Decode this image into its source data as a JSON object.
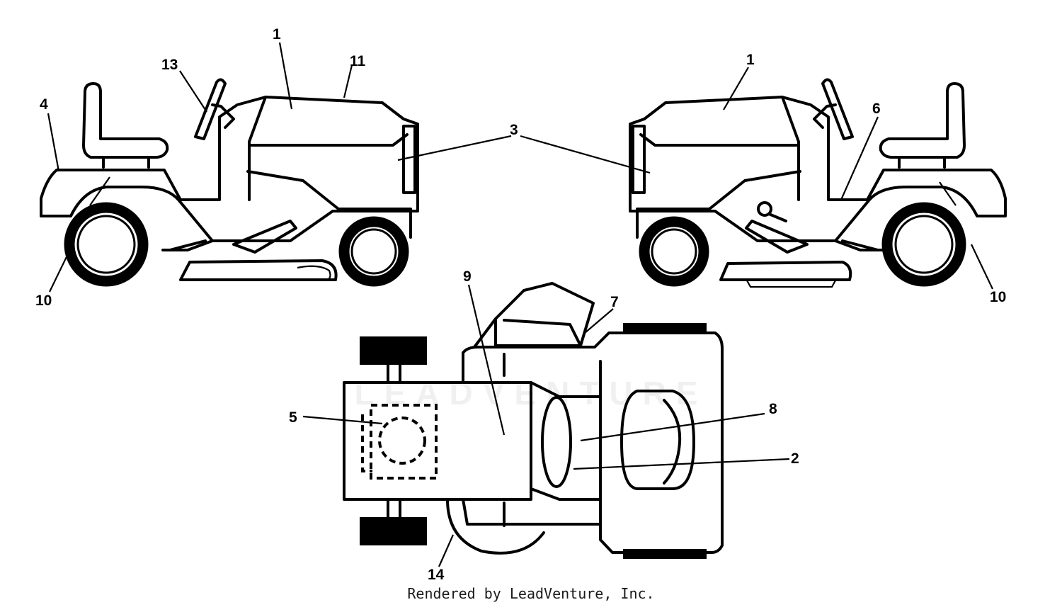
{
  "callouts": {
    "c1a": "1",
    "c13": "13",
    "c11": "11",
    "c4": "4",
    "c3": "3",
    "c10a": "10",
    "c1b": "1",
    "c6": "6",
    "c10b": "10",
    "c9": "9",
    "c7": "7",
    "c5": "5",
    "c8": "8",
    "c2": "2",
    "c14": "14"
  },
  "watermark": "LEADVENTURE",
  "credit": "Rendered by LeadVenture, Inc.",
  "colors": {
    "line": "#000000",
    "background": "#ffffff"
  }
}
